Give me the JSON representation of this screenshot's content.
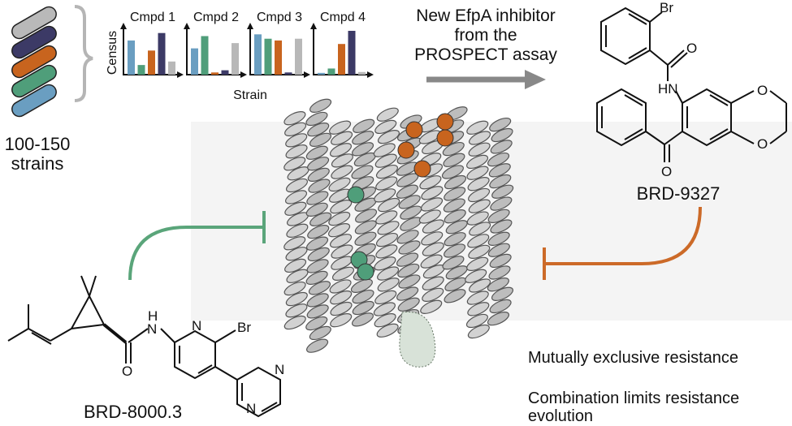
{
  "strains_label": [
    "100-150",
    "strains"
  ],
  "chart_data": {
    "type": "bar",
    "ylabel": "Census",
    "xlabel": "Strain",
    "panels": [
      {
        "title": "Cmpd 1",
        "values": [
          0.78,
          0.22,
          0.55,
          0.95,
          0.3
        ]
      },
      {
        "title": "Cmpd 2",
        "values": [
          0.6,
          0.88,
          0.05,
          0.1,
          0.72
        ]
      },
      {
        "title": "Cmpd 3",
        "values": [
          0.92,
          0.82,
          0.78,
          0.05,
          0.82
        ]
      },
      {
        "title": "Cmpd 4",
        "values": [
          0.04,
          0.14,
          0.7,
          1.0,
          0.06
        ]
      }
    ],
    "series_colors": [
      "#6a9ec1",
      "#4f9e7a",
      "#c8641e",
      "#3c3a66",
      "#b8b8b8"
    ]
  },
  "arrow_label": [
    "New EfpA inhibitor",
    "from the",
    "PROSPECT assay"
  ],
  "compound_top": {
    "name": "BRD-9327",
    "atoms": [
      "Br",
      "O",
      "HN",
      "O",
      "O",
      "O"
    ]
  },
  "compound_bottom": {
    "name": "BRD-8000.3",
    "atoms": [
      "N",
      "H",
      "Br",
      "N",
      "N",
      "N",
      "O"
    ]
  },
  "notes": [
    "Mutually exclusive resistance",
    "Combination limits resistance",
    "evolution"
  ],
  "colors": {
    "green_inhibition": "#5aa57a",
    "orange_inhibition": "#cc6a28",
    "arrow_gray": "#888888"
  }
}
